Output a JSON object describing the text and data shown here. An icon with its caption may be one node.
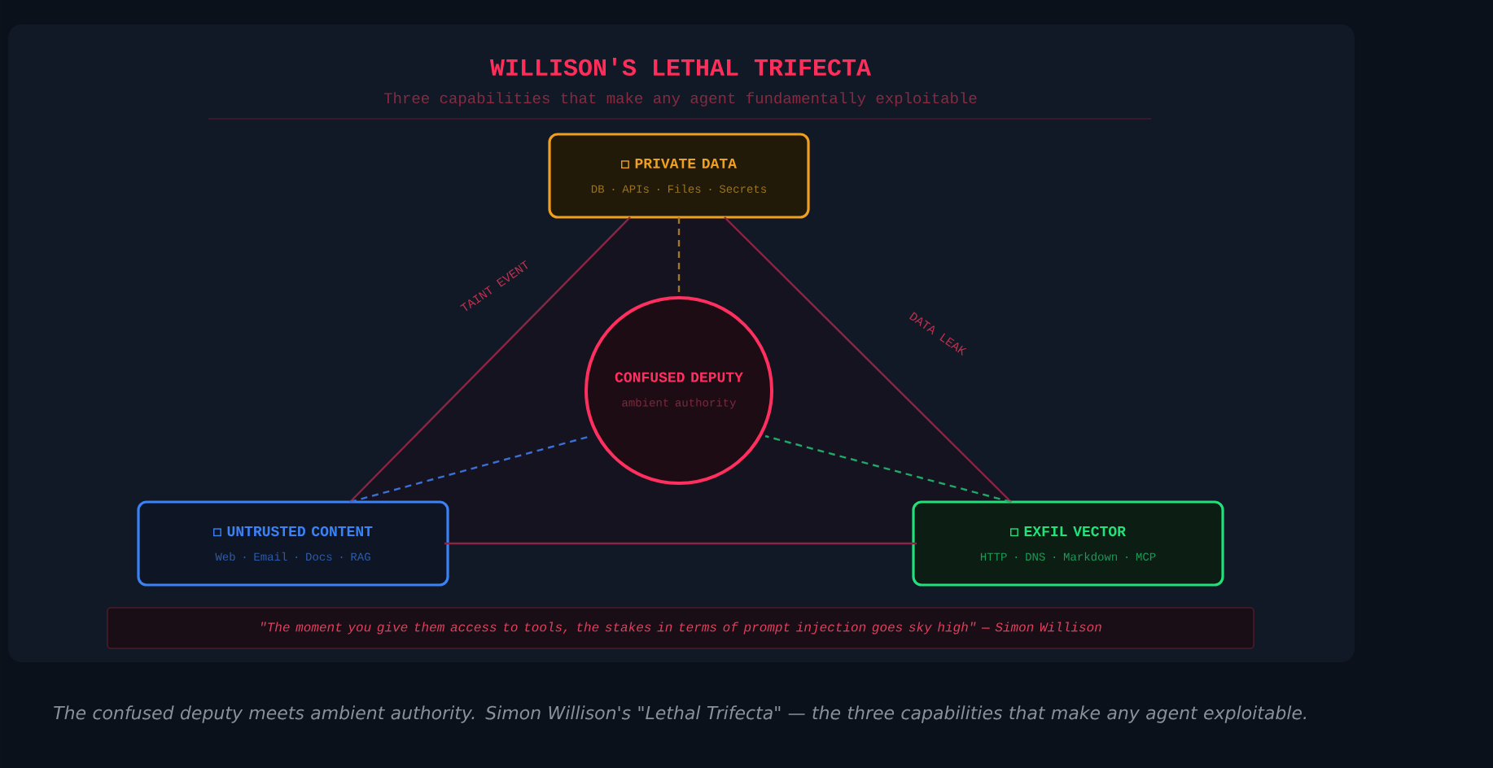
{
  "diagram": {
    "title": "WILLISON'S LETHAL TRIFECTA",
    "caption": "The confused deputy meets ambient authority. Simon Willison's \"Lethal Trifecta\" — the three capabilities that make any agent exploitable.",
    "nodes": [
      {
        "text": [
          "PRIVATE DATA",
          "DB · APIs · Files · Secrets"
        ]
      },
      {
        "text": [
          "CONFUSED DEPUTY",
          "ambient authority"
        ]
      },
      {
        "text": [
          "UNTRUSTED CONTENT",
          "Web · Email · Docs · RAG"
        ]
      },
      {
        "text": [
          "EXFIL VECTOR",
          "HTTP · DNS · Markdown · MCP"
        ]
      },
      {
        "text": [
          "\"The moment you give them access to tools, the stakes in terms of prompt injection goes sky high\" — Simon Willison"
        ]
      }
    ],
    "edges": [
      {
        "from": 0,
        "to": 2,
        "arrow": "none",
        "label": "TAINT EVENT"
      },
      {
        "from": 0,
        "to": 3,
        "arrow": "none",
        "label": "DATA LEAK"
      },
      {
        "from": 2,
        "to": 3,
        "arrow": "none"
      },
      {
        "from": 0,
        "to": 1,
        "arrow": "none",
        "style": "dashed",
        "color": "#a0782a"
      },
      {
        "from": 2,
        "to": 1,
        "arrow": "none",
        "style": "dashed",
        "color": "#3b6fd6"
      },
      {
        "from": 3,
        "to": 1,
        "arrow": "none",
        "style": "dashed",
        "color": "#1fa866"
      }
    ],
    "labels": [
      "Three capabilities that make any agent fundamentally exploitable"
    ]
  }
}
